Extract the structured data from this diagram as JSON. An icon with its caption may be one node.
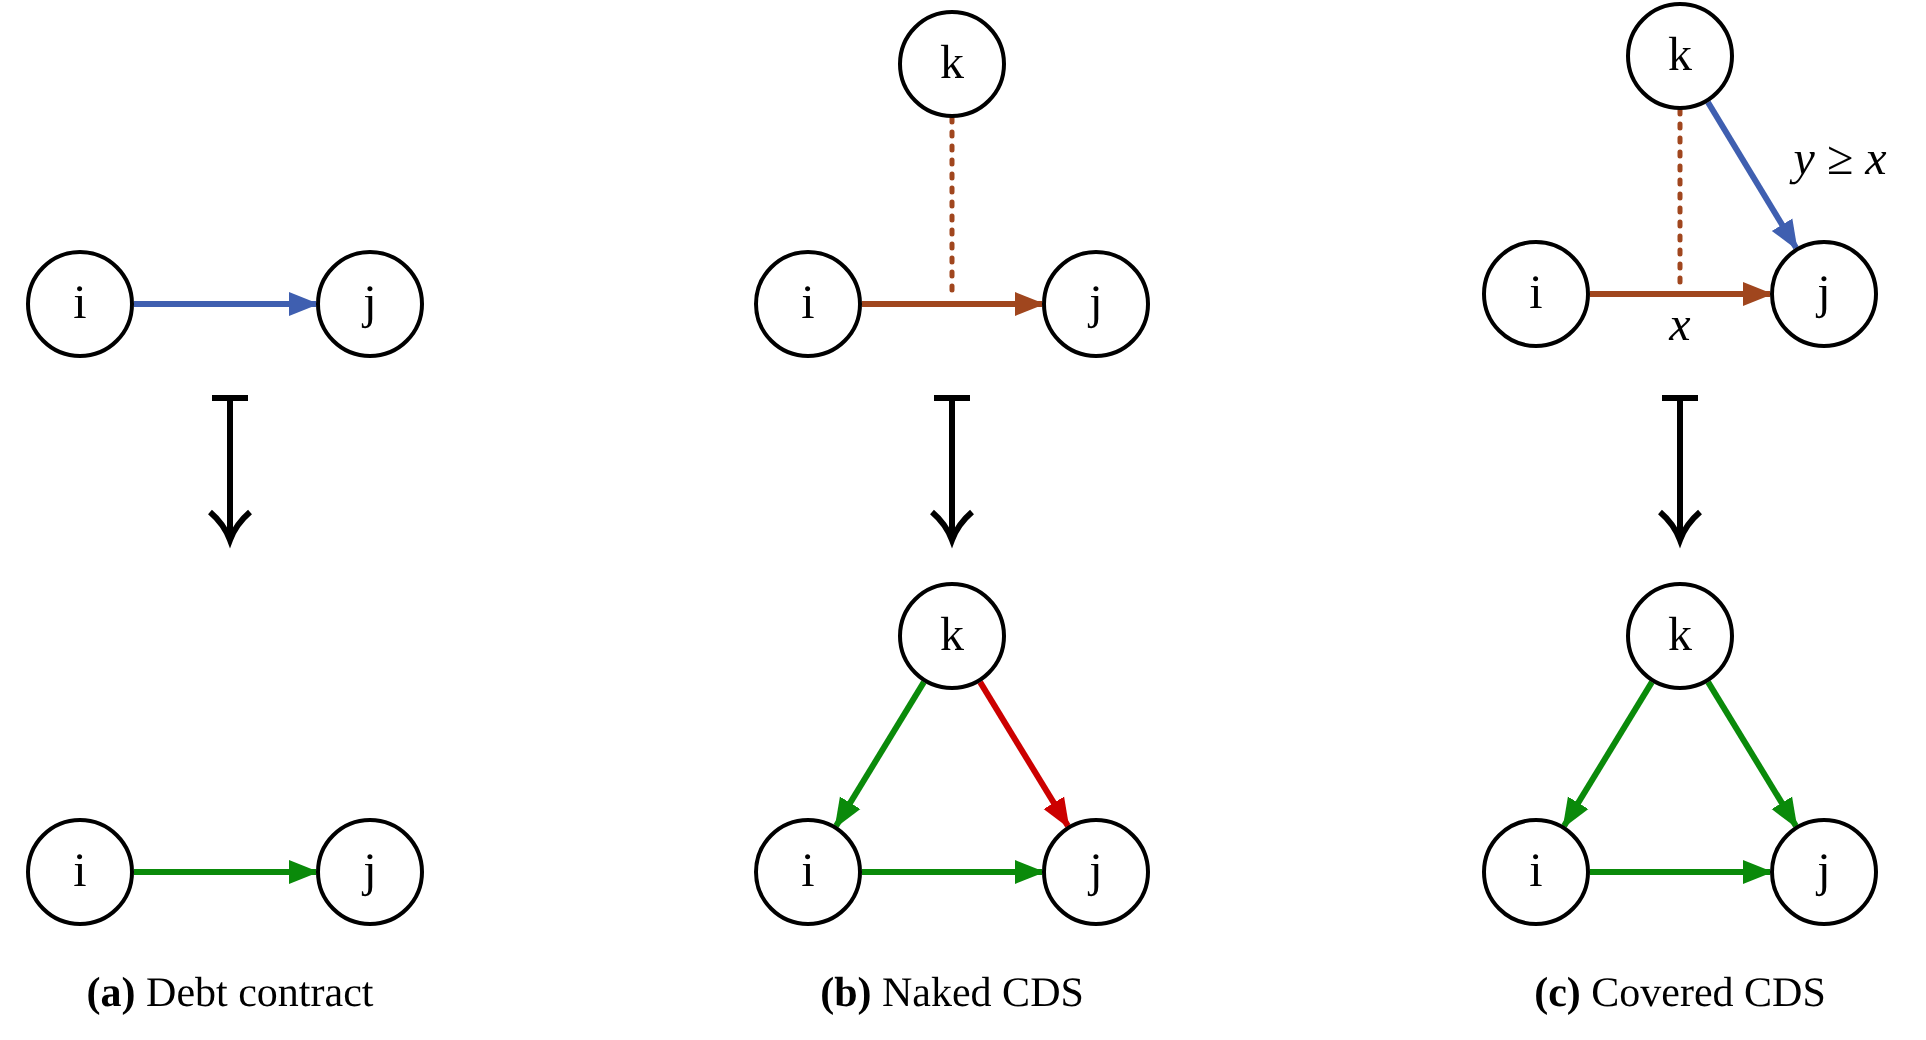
{
  "diagram": {
    "nodes": [
      {
        "text": [
          "i"
        ]
      },
      {
        "text": [
          "j"
        ]
      },
      {
        "text": [
          "i"
        ]
      },
      {
        "text": [
          "j"
        ]
      },
      {
        "text": [
          "k"
        ]
      },
      {
        "text": [
          "i"
        ]
      },
      {
        "text": [
          "j"
        ]
      },
      {
        "text": [
          "k"
        ]
      },
      {
        "text": [
          "i"
        ]
      },
      {
        "text": [
          "j"
        ]
      },
      {
        "text": [
          "k"
        ]
      },
      {
        "text": [
          "i"
        ]
      },
      {
        "text": [
          "j"
        ]
      },
      {
        "text": [
          "k"
        ]
      },
      {
        "text": [
          "i"
        ]
      },
      {
        "text": [
          "j"
        ]
      }
    ],
    "edges": [
      {
        "from": 0,
        "to": 1,
        "arrow": "to",
        "color": "#3f5fb0"
      },
      {
        "from": 2,
        "to": 3,
        "arrow": "to"
      },
      {
        "from": 5,
        "to": 6,
        "arrow": "to",
        "color": "#a0461e"
      },
      {
        "from": 4,
        "to": null,
        "arrow": "none",
        "style": "dashed",
        "color": "#a0461e"
      },
      {
        "from": 7,
        "to": 8,
        "arrow": "to"
      },
      {
        "from": 7,
        "to": 9,
        "arrow": "to",
        "color": "#cc0000"
      },
      {
        "from": 8,
        "to": 9,
        "arrow": "to"
      },
      {
        "from": 11,
        "to": 12,
        "arrow": "to",
        "color": "#a0461e",
        "label": "x"
      },
      {
        "from": 10,
        "to": null,
        "arrow": "none",
        "style": "dashed",
        "color": "#a0461e"
      },
      {
        "from": 10,
        "to": 12,
        "arrow": "to",
        "color": "#3f5fb0",
        "label": "y ≥ x"
      },
      {
        "from": 13,
        "to": 14,
        "arrow": "to"
      },
      {
        "from": 13,
        "to": 15,
        "arrow": "to"
      },
      {
        "from": 14,
        "to": 15,
        "arrow": "to"
      }
    ],
    "labels": [
      "**(a)** Debt contract",
      "**(b)** Naked CDS",
      "**(c)** Covered CDS"
    ]
  }
}
